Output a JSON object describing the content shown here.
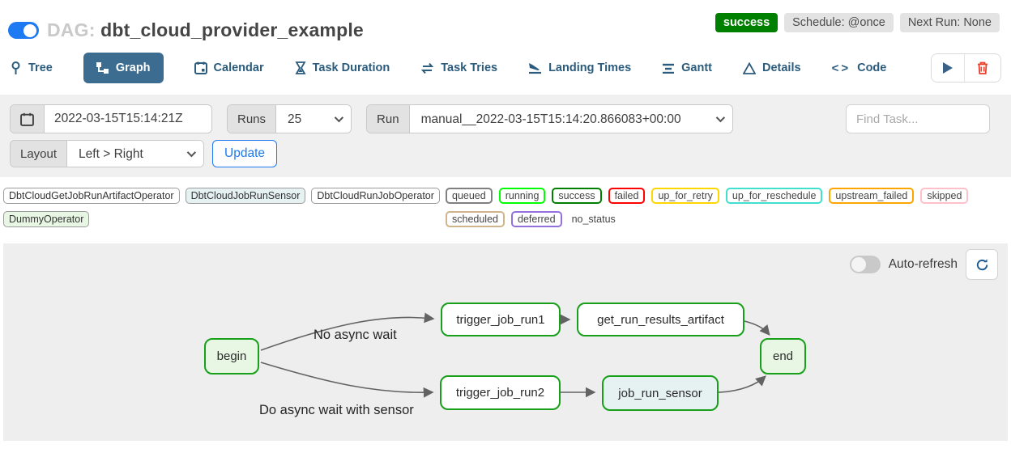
{
  "header": {
    "dag_prefix": "DAG:",
    "dag_name": "dbt_cloud_provider_example",
    "status_badge": "success",
    "schedule_badge": "Schedule: @once",
    "next_run_badge": "Next Run: None"
  },
  "tabs": [
    {
      "label": "Tree"
    },
    {
      "label": "Graph",
      "active": true
    },
    {
      "label": "Calendar"
    },
    {
      "label": "Task Duration"
    },
    {
      "label": "Task Tries"
    },
    {
      "label": "Landing Times"
    },
    {
      "label": "Gantt"
    },
    {
      "label": "Details"
    },
    {
      "label": "Code"
    }
  ],
  "icons": {
    "code_glyph": "<>",
    "play": "play-triangle",
    "trash": "trash-can",
    "refresh": "circular-arrow",
    "calendar": "calendar-grid"
  },
  "filters": {
    "base_date_value": "2022-03-15T15:14:21Z",
    "runs_label": "Runs",
    "runs_value": "25",
    "run_label": "Run",
    "run_value": "manual__2022-03-15T15:14:20.866083+00:00",
    "find_task_placeholder": "Find Task...",
    "layout_label": "Layout",
    "layout_value": "Left > Right",
    "update_label": "Update"
  },
  "legend": {
    "operators": [
      {
        "label": "DbtCloudGetJobRunArtifactOperator",
        "fill": "#ffffff"
      },
      {
        "label": "DbtCloudJobRunSensor",
        "fill": "#e6f1f2"
      },
      {
        "label": "DbtCloudRunJobOperator",
        "fill": "#ffffff"
      },
      {
        "label": "DummyOperator",
        "fill": "#e8f7e4"
      }
    ],
    "statuses": [
      {
        "label": "queued",
        "color": "#808080"
      },
      {
        "label": "running",
        "color": "#00ff00"
      },
      {
        "label": "success",
        "color": "#008000"
      },
      {
        "label": "failed",
        "color": "#ff0000"
      },
      {
        "label": "up_for_retry",
        "color": "#ffd700"
      },
      {
        "label": "up_for_reschedule",
        "color": "#40e0d0"
      },
      {
        "label": "upstream_failed",
        "color": "#ffa500"
      },
      {
        "label": "skipped",
        "color": "#ffc0cb"
      },
      {
        "label": "scheduled",
        "color": "#d2b48c"
      },
      {
        "label": "deferred",
        "color": "#9370db"
      }
    ],
    "no_status_label": "no_status"
  },
  "graph": {
    "auto_refresh_label": "Auto-refresh",
    "node_border_color": "#18a01a",
    "edge_color": "#636363",
    "nodes": [
      {
        "id": "begin",
        "label": "begin",
        "fill": "#e8f7e4",
        "state": "success"
      },
      {
        "id": "trigger_job_run1",
        "label": "trigger_job_run1",
        "fill": "#ffffff",
        "state": "success"
      },
      {
        "id": "get_run_results_artifact",
        "label": "get_run_results_artifact",
        "fill": "#ffffff",
        "state": "success"
      },
      {
        "id": "trigger_job_run2",
        "label": "trigger_job_run2",
        "fill": "#ffffff",
        "state": "success"
      },
      {
        "id": "job_run_sensor",
        "label": "job_run_sensor",
        "fill": "#e6f1f2",
        "state": "success"
      },
      {
        "id": "end",
        "label": "end",
        "fill": "#e8f7e4",
        "state": "success"
      }
    ],
    "edges": [
      {
        "from": "begin",
        "to": "trigger_job_run1",
        "label": "No async wait"
      },
      {
        "from": "begin",
        "to": "trigger_job_run2",
        "label": "Do async wait with sensor"
      },
      {
        "from": "trigger_job_run1",
        "to": "get_run_results_artifact",
        "label": ""
      },
      {
        "from": "get_run_results_artifact",
        "to": "end",
        "label": ""
      },
      {
        "from": "trigger_job_run2",
        "to": "job_run_sensor",
        "label": ""
      },
      {
        "from": "job_run_sensor",
        "to": "end",
        "label": ""
      }
    ],
    "edge_labels": [
      "No async wait",
      "Do async wait with sensor"
    ]
  }
}
